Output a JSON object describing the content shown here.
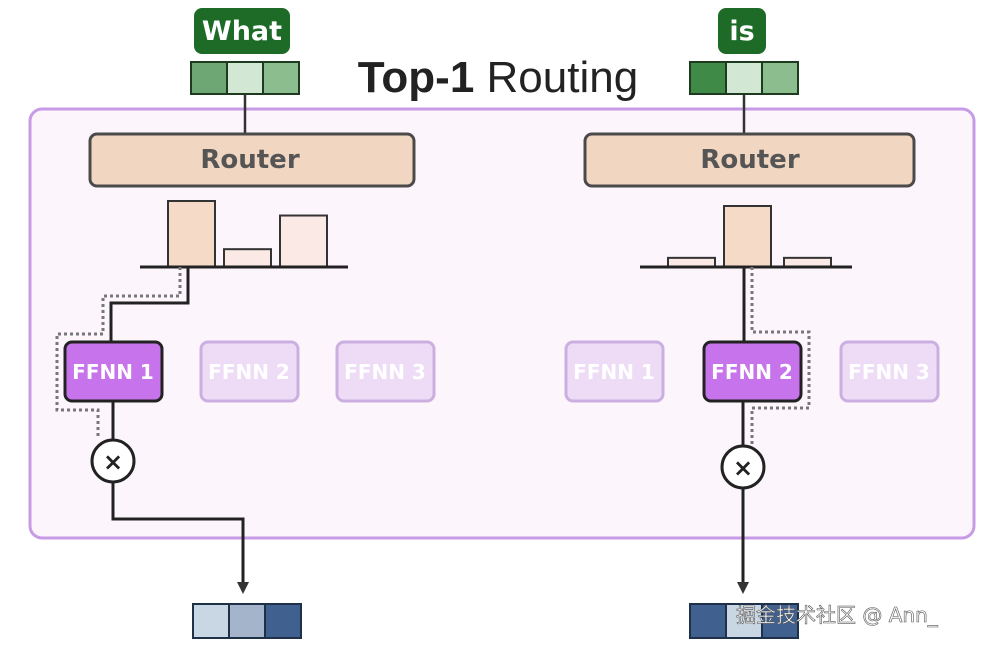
{
  "title": {
    "bold": "Top-1",
    "rest": " Routing"
  },
  "tokens": [
    {
      "text": "What",
      "vector_colors": [
        "#6ea773",
        "#d3e8d4",
        "#8cbd8f"
      ]
    },
    {
      "text": "is",
      "vector_colors": [
        "#3f8a46",
        "#d3e8d4",
        "#8cbd8f"
      ]
    }
  ],
  "router_label": "Router",
  "panels": [
    {
      "router_probs": [
        1.0,
        0.27,
        0.78
      ],
      "experts": [
        "FFNN 1",
        "FFNN 2",
        "FFNN 3"
      ],
      "selected_expert": 0,
      "output_colors": [
        "#c9d6e4",
        "#a3b4cb",
        "#40608f"
      ]
    },
    {
      "router_probs": [
        0.15,
        1.0,
        0.15
      ],
      "experts": [
        "FFNN 1",
        "FFNN 2",
        "FFNN 3"
      ],
      "selected_expert": 1,
      "output_colors": [
        "#40608f",
        "#c9d6e4",
        "#40608f"
      ]
    }
  ],
  "multiply_symbol": "×",
  "watermark": "掘金技术社区 @ Ann_",
  "colors": {
    "panel_border": "#c79be6",
    "panel_fill": "#fdf5fc",
    "router_fill": "#f1d6c1",
    "bar_fill": "#f5dac8",
    "bar_fill_light": "#fbe9e6",
    "token_label": "#1e6b28",
    "expert_active": "#c673ec",
    "expert_inactive_fill": "#eedcf6",
    "expert_inactive_border": "#cbafe0"
  }
}
